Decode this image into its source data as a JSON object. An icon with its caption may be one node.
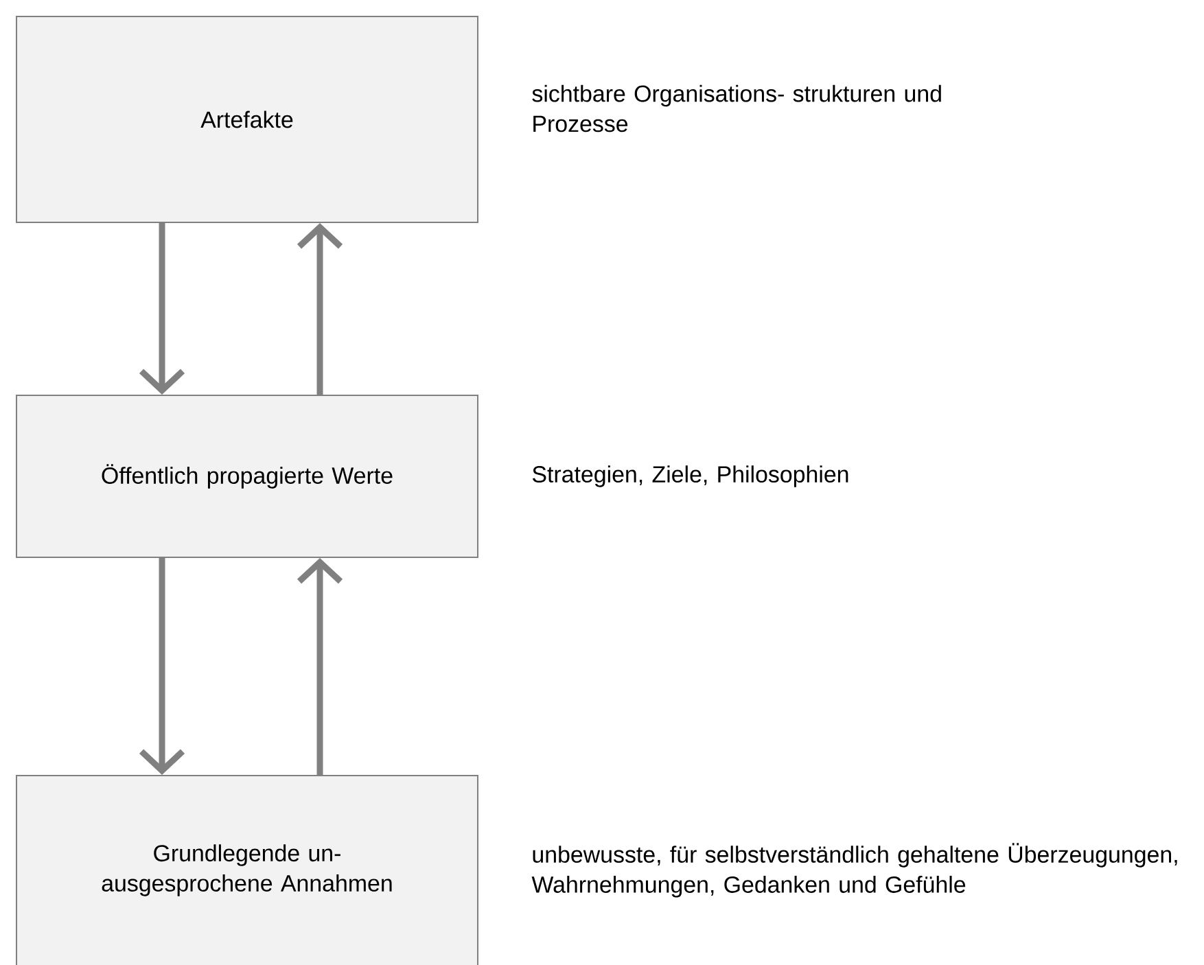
{
  "diagram": {
    "nodes": [
      {
        "text": [
          "Artefakte"
        ],
        "beside": [
          "sichtbare Organisations- strukturen und Prozesse"
        ]
      },
      {
        "text": [
          "Öffentlich propagierte Werte"
        ],
        "beside": [
          "Strategien, Ziele, Philosophien"
        ]
      },
      {
        "text": [
          "Grundlegende un- ausgesprochene Annahmen"
        ],
        "beside": [
          "unbewusste, für selbstverständlich gehaltene Überzeugungen, Wahrnehmungen, Gedanken und Gefühle"
        ]
      }
    ],
    "edges": [
      {
        "from": 0,
        "to": 1,
        "arrow": "to"
      },
      {
        "from": 1,
        "to": 0,
        "arrow": "to"
      },
      {
        "from": 1,
        "to": 2,
        "arrow": "to"
      },
      {
        "from": 2,
        "to": 1,
        "arrow": "to"
      }
    ]
  }
}
